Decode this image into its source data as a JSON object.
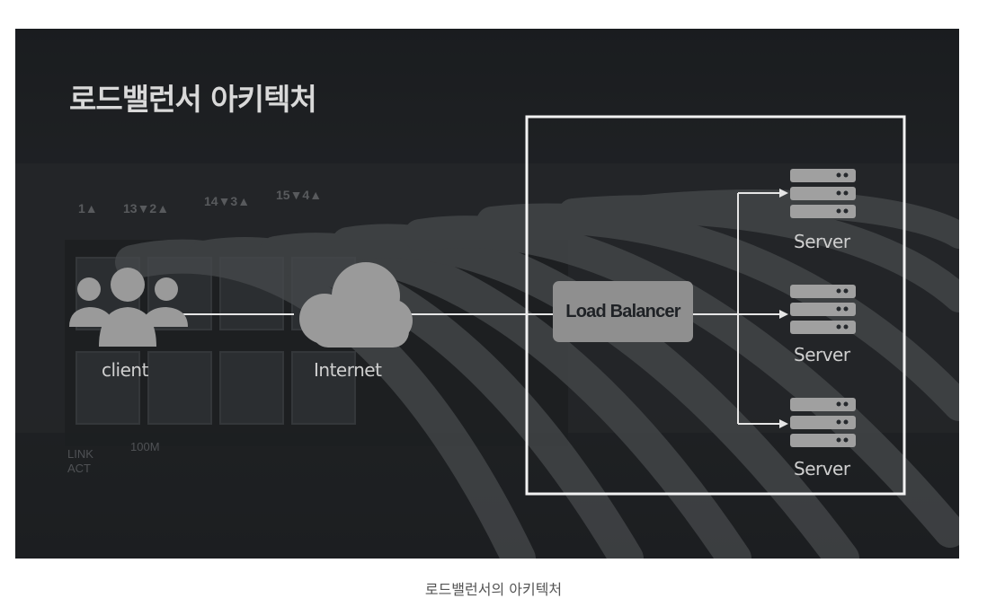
{
  "diagram": {
    "title": "로드밸런서 아키텍처",
    "client_label": "client",
    "internet_label": "Internet",
    "load_balancer_label": "Load Balancer",
    "servers": [
      {
        "label": "Server"
      },
      {
        "label": "Server"
      },
      {
        "label": "Server"
      }
    ],
    "switch_port_labels": [
      "1▲",
      "13▼2▲",
      "14▼3▲",
      "15▼4▲"
    ],
    "switch_status_labels": [
      "LINK",
      "ACT",
      "100M"
    ]
  },
  "caption": "로드밸런서의 아키텍처",
  "colors": {
    "icon_gray": "#9a9a9a",
    "line_white": "#e6e6e6",
    "frame_white": "#f2f2f2"
  }
}
